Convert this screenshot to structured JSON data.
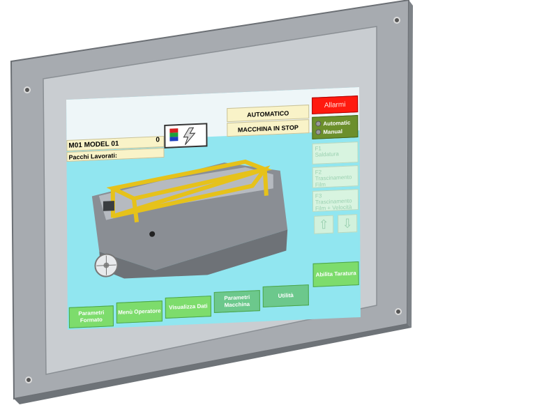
{
  "hmi": {
    "model": "M01 MODEL 01",
    "pacchi_label": "Pacchi Lavorati:",
    "pacchi_count": "0",
    "status_mode": "AUTOMATICO",
    "status_machine": "MACCHINA IN STOP",
    "alarm_label": "Allarmi",
    "mode_automatic": "Automatic",
    "mode_manual": "Manual",
    "fkeys": [
      {
        "key": "F1",
        "label": "Saldatura"
      },
      {
        "key": "F2",
        "label": "Trascinamento Film"
      },
      {
        "key": "F3",
        "label": "Trascinamento Film + Velocità"
      }
    ],
    "up_arrow": "⇧",
    "down_arrow": "⇩",
    "bottom_buttons": [
      "Parametri Formato",
      "Menù Operatore",
      "Visualizza Dati",
      "Parametri Macchina",
      "Utilità",
      "Abilita Taratura"
    ]
  },
  "colors": {
    "screen_bg": "#91e6f0",
    "alarm": "#ff1a0f",
    "mode_bg": "#6c8f2c",
    "button_green": "#7ddc6c",
    "panel_bezel": "#9aa0a6"
  }
}
